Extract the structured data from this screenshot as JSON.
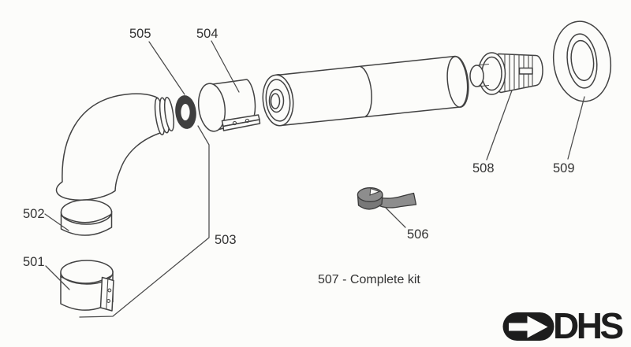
{
  "diagram": {
    "caption": "507 - Complete kit",
    "logo_text": "DHS",
    "labels": {
      "label_501": "501",
      "label_502": "502",
      "label_503": "503",
      "label_504": "504",
      "label_505": "505",
      "label_506": "506",
      "label_508": "508",
      "label_509": "509"
    },
    "colors": {
      "background": "#fcfcfa",
      "line": "#424242",
      "text": "#333333",
      "gasket_fill": "#3f3f3f",
      "strap_roll_fill": "#787878",
      "strap_tail_fill": "#8d8d8d",
      "logo_fill": "#1d1d1d"
    }
  }
}
